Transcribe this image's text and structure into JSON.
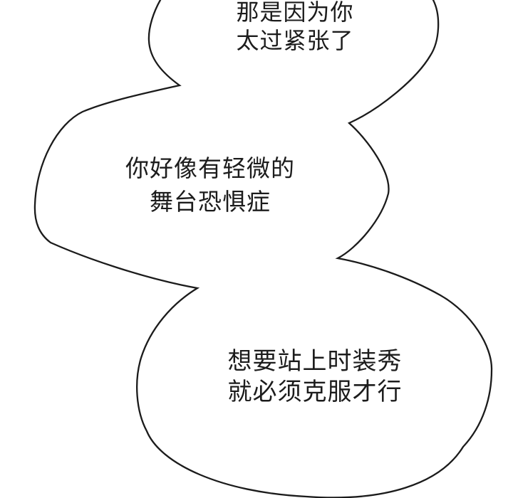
{
  "page": {
    "background_color": "#ffffff",
    "ink_color": "#1b1b1b",
    "text_color": "#1c1c1c"
  },
  "bubbles": [
    {
      "id": "top",
      "lines": [
        "那是因为你",
        "太过紧张了"
      ]
    },
    {
      "id": "middle",
      "lines": [
        "你好像有轻微的",
        "舞台恐惧症"
      ]
    },
    {
      "id": "bottom",
      "lines": [
        "想要站上时装秀",
        "就必须克服才行"
      ]
    }
  ]
}
